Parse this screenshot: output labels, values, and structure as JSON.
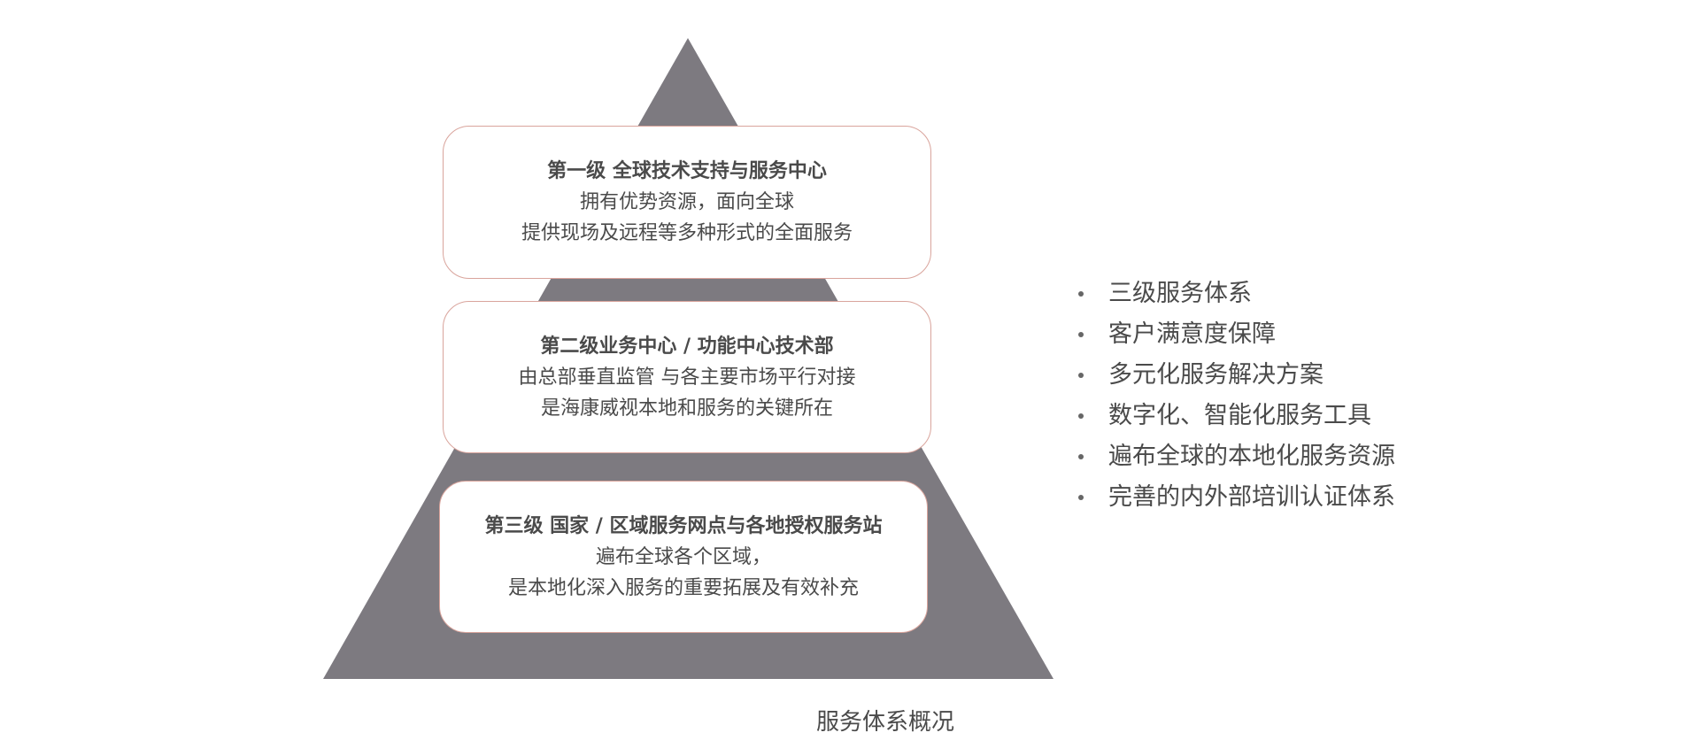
{
  "colors": {
    "pyramid_fill": "#7d7a80",
    "box_border": "#d9a49c",
    "text": "#4a4a4a"
  },
  "tiers": [
    {
      "title": "第一级 全球技术支持与服务中心",
      "lines": [
        "拥有优势资源，面向全球",
        "提供现场及远程等多种形式的全面服务"
      ]
    },
    {
      "title": "第二级业务中心 / 功能中心技术部",
      "lines": [
        "由总部垂直监管 与各主要市场平行对接",
        "是海康威视本地和服务的关键所在"
      ]
    },
    {
      "title": "第三级 国家 / 区域服务网点与各地授权服务站",
      "lines": [
        "遍布全球各个区域，",
        "是本地化深入服务的重要拓展及有效补充"
      ]
    }
  ],
  "bullets": [
    "三级服务体系",
    "客户满意度保障",
    "多元化服务解决方案",
    "数字化、智能化服务工具",
    "遍布全球的本地化服务资源",
    "完善的内外部培训认证体系"
  ],
  "caption": "服务体系概况"
}
